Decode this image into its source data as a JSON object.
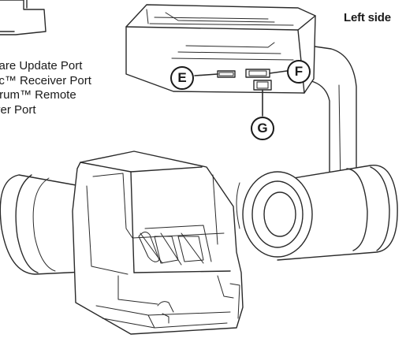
{
  "heading": "Left side",
  "port_labels": [
    "vare Update Port",
    "ec™ Receiver Port",
    "trum™ Remote",
    "ver Port"
  ],
  "callouts": {
    "e": "E",
    "f": "F",
    "g": "G"
  },
  "colors": {
    "line": "#2a2a2a",
    "fill": "#ffffff",
    "shade": "#efefef"
  }
}
